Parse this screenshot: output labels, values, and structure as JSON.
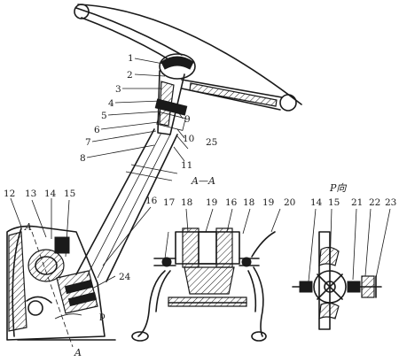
{
  "labels": {
    "l1": "1",
    "l2": "2",
    "l3": "3",
    "l4": "4",
    "l5": "5",
    "l6": "6",
    "l7": "7",
    "l8": "8",
    "l9": "9",
    "l10": "10",
    "l11": "11",
    "l25": "25",
    "l12": "12",
    "l13": "13",
    "l14": "14",
    "l15": "15",
    "l16": "16",
    "l24": "24",
    "lA_top": "A",
    "lA_bottom": "A",
    "lP": "p",
    "l17": "17",
    "l18a": "18",
    "l19a": "19",
    "l16b": "16",
    "l18b": "18",
    "l19b": "19",
    "l20": "20",
    "l14b": "14",
    "l15b": "15",
    "l21": "21",
    "l22": "22",
    "l23": "23"
  },
  "section_titles": {
    "aa": "A—A",
    "p_view": "P向"
  }
}
